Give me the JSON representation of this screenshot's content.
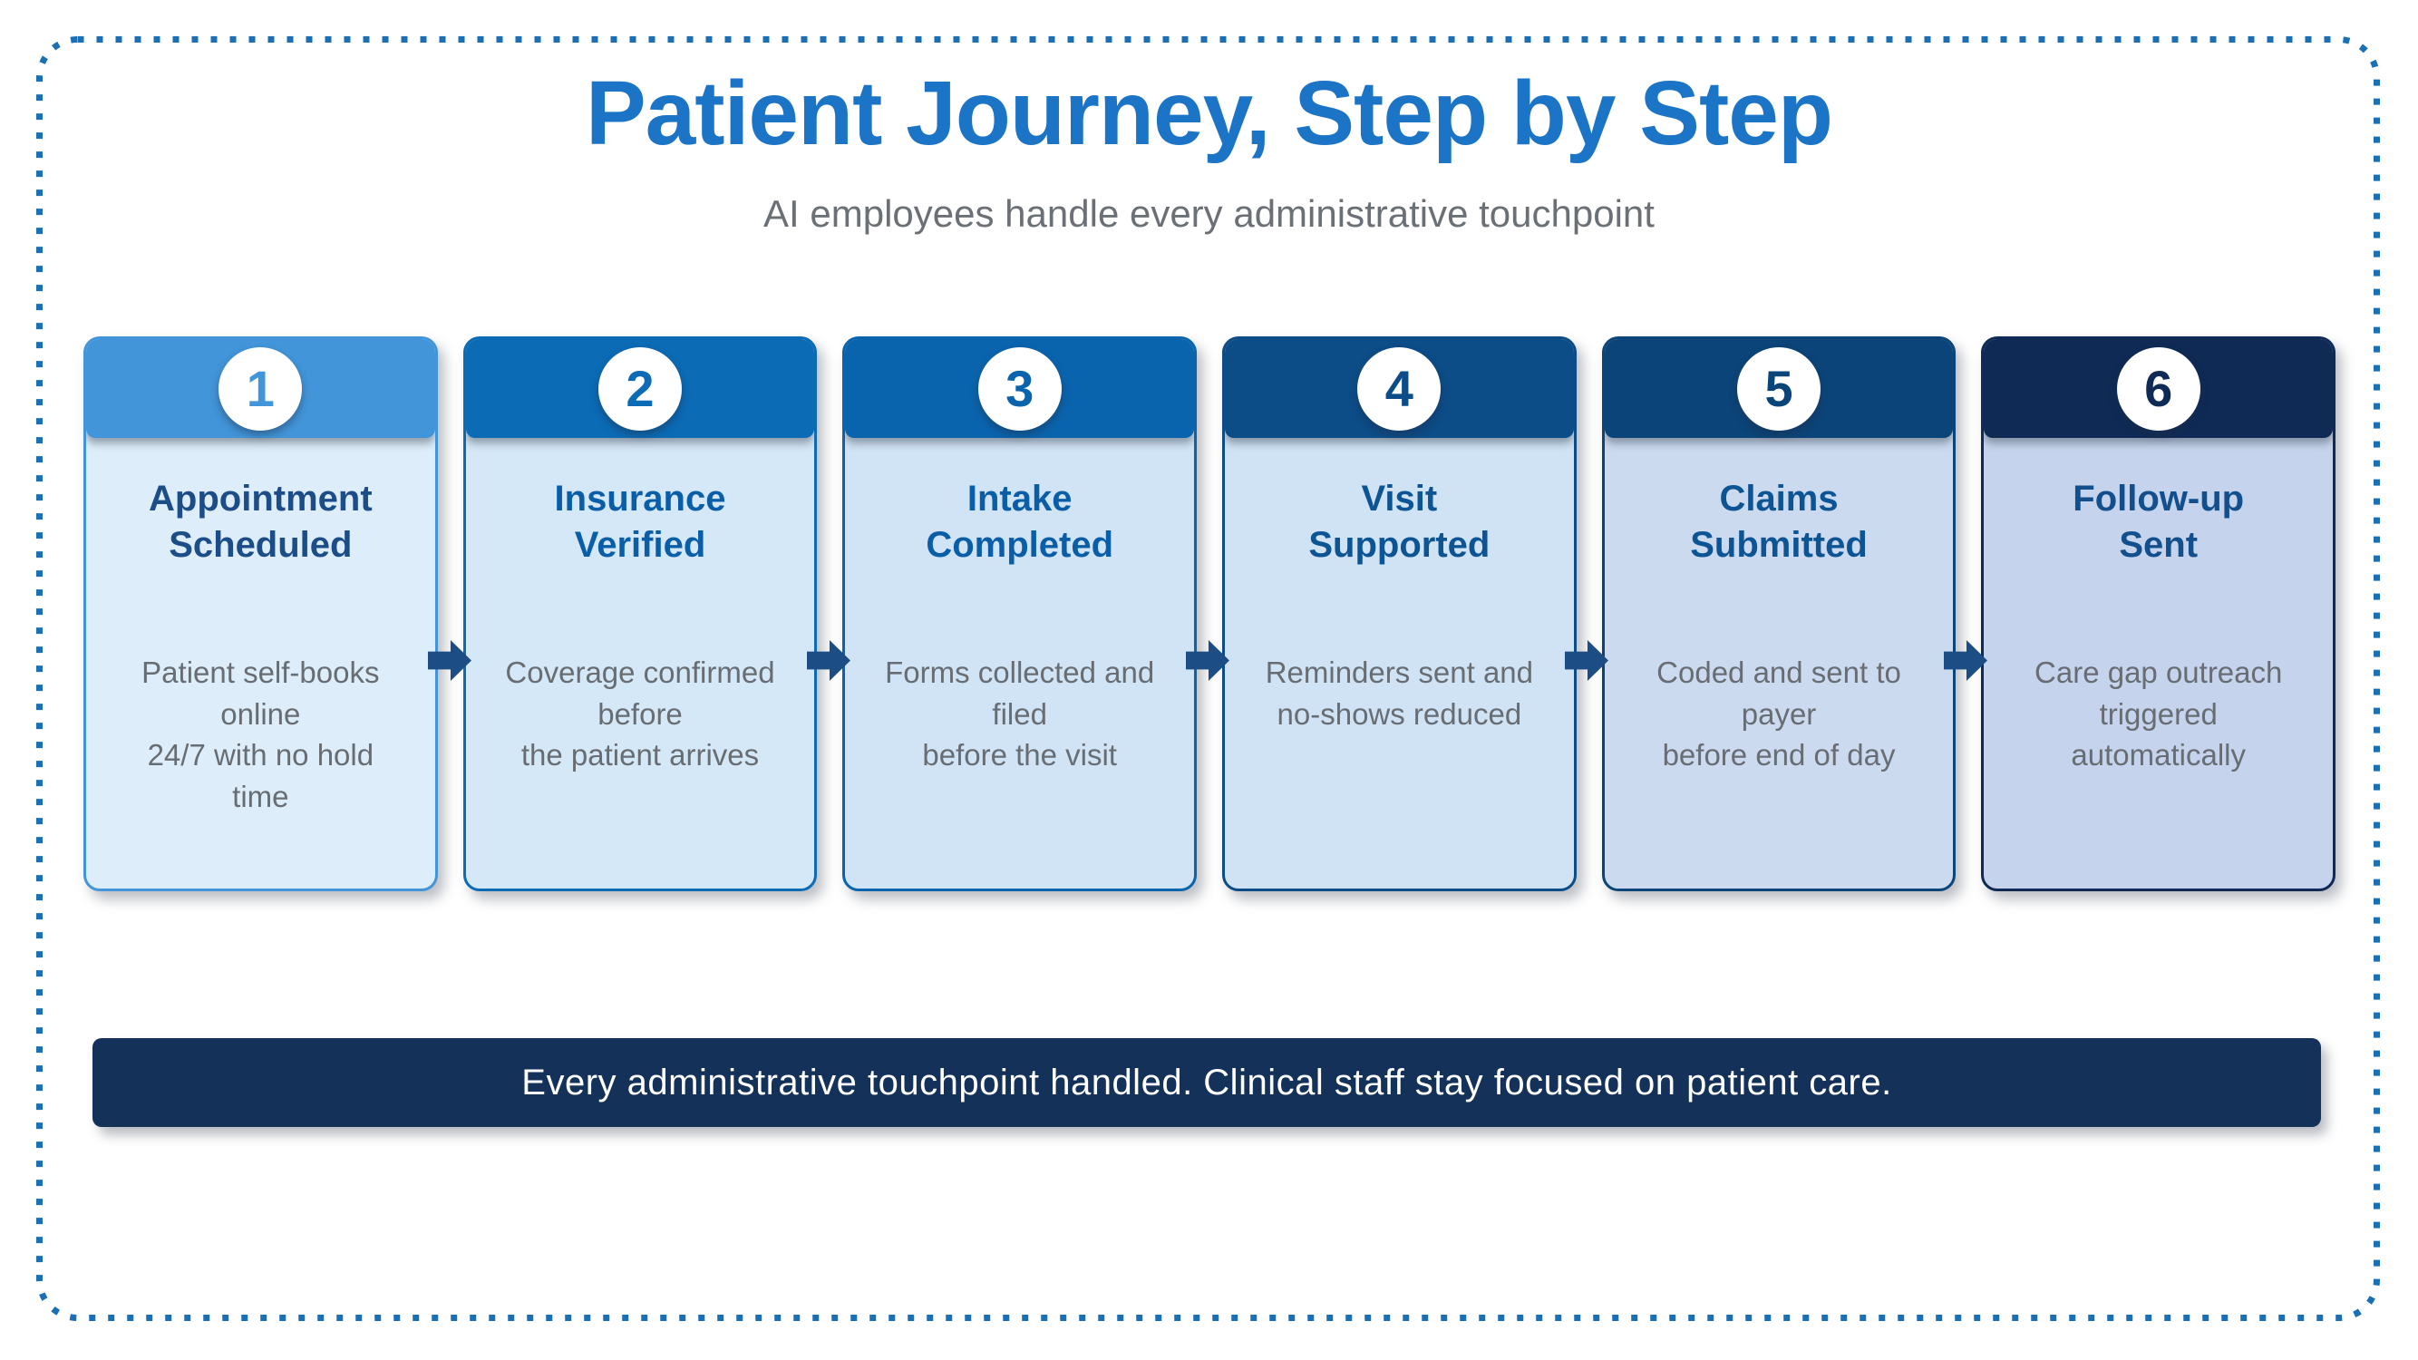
{
  "page": {
    "title": "Patient Journey, Step by Step",
    "subtitle": "AI employees handle every administrative touchpoint",
    "title_color": "#1b74c5",
    "subtitle_color": "#6b7076",
    "frame_color": "#1a6fb5",
    "arrow_color": "#1d4d85",
    "background_color": "#ffffff"
  },
  "banner": {
    "text": "Every administrative touchpoint handled. Clinical staff stay focused on patient care.",
    "background_color": "#133159",
    "text_color": "#ffffff"
  },
  "steps": [
    {
      "number": "1",
      "title": "Appointment\nScheduled",
      "description": "Patient self-books\nonline\n24/7 with no hold\ntime",
      "header_color": "#4295d9",
      "body_color": "#ddeefa",
      "number_color": "#4295d9",
      "title_color": "#1c4d87"
    },
    {
      "number": "2",
      "title": "Insurance\nVerified",
      "description": "Coverage confirmed\nbefore\nthe patient arrives",
      "header_color": "#0b6bb5",
      "body_color": "#d5e8f7",
      "number_color": "#0b6bb5",
      "title_color": "#0a5ea8"
    },
    {
      "number": "3",
      "title": "Intake\nCompleted",
      "description": "Forms collected and\nfiled\nbefore the visit",
      "header_color": "#0a64ad",
      "body_color": "#d0e4f5",
      "number_color": "#0a64ad",
      "title_color": "#0a5ea8"
    },
    {
      "number": "4",
      "title": "Visit\nSupported",
      "description": "Reminders sent and\nno-shows reduced",
      "header_color": "#0c4c87",
      "body_color": "#cfe3f4",
      "number_color": "#0c4c87",
      "title_color": "#0d5494"
    },
    {
      "number": "5",
      "title": "Claims\nSubmitted",
      "description": "Coded and sent to\npayer\nbefore end of day",
      "header_color": "#0b4478",
      "body_color": "#ccdaf0",
      "number_color": "#0b4478",
      "title_color": "#0d5494"
    },
    {
      "number": "6",
      "title": "Follow-up\nSent",
      "description": "Care gap outreach\ntriggered\nautomatically",
      "header_color": "#0e2a55",
      "body_color": "#c5d4ec",
      "number_color": "#0e2a55",
      "title_color": "#124f8c"
    }
  ]
}
